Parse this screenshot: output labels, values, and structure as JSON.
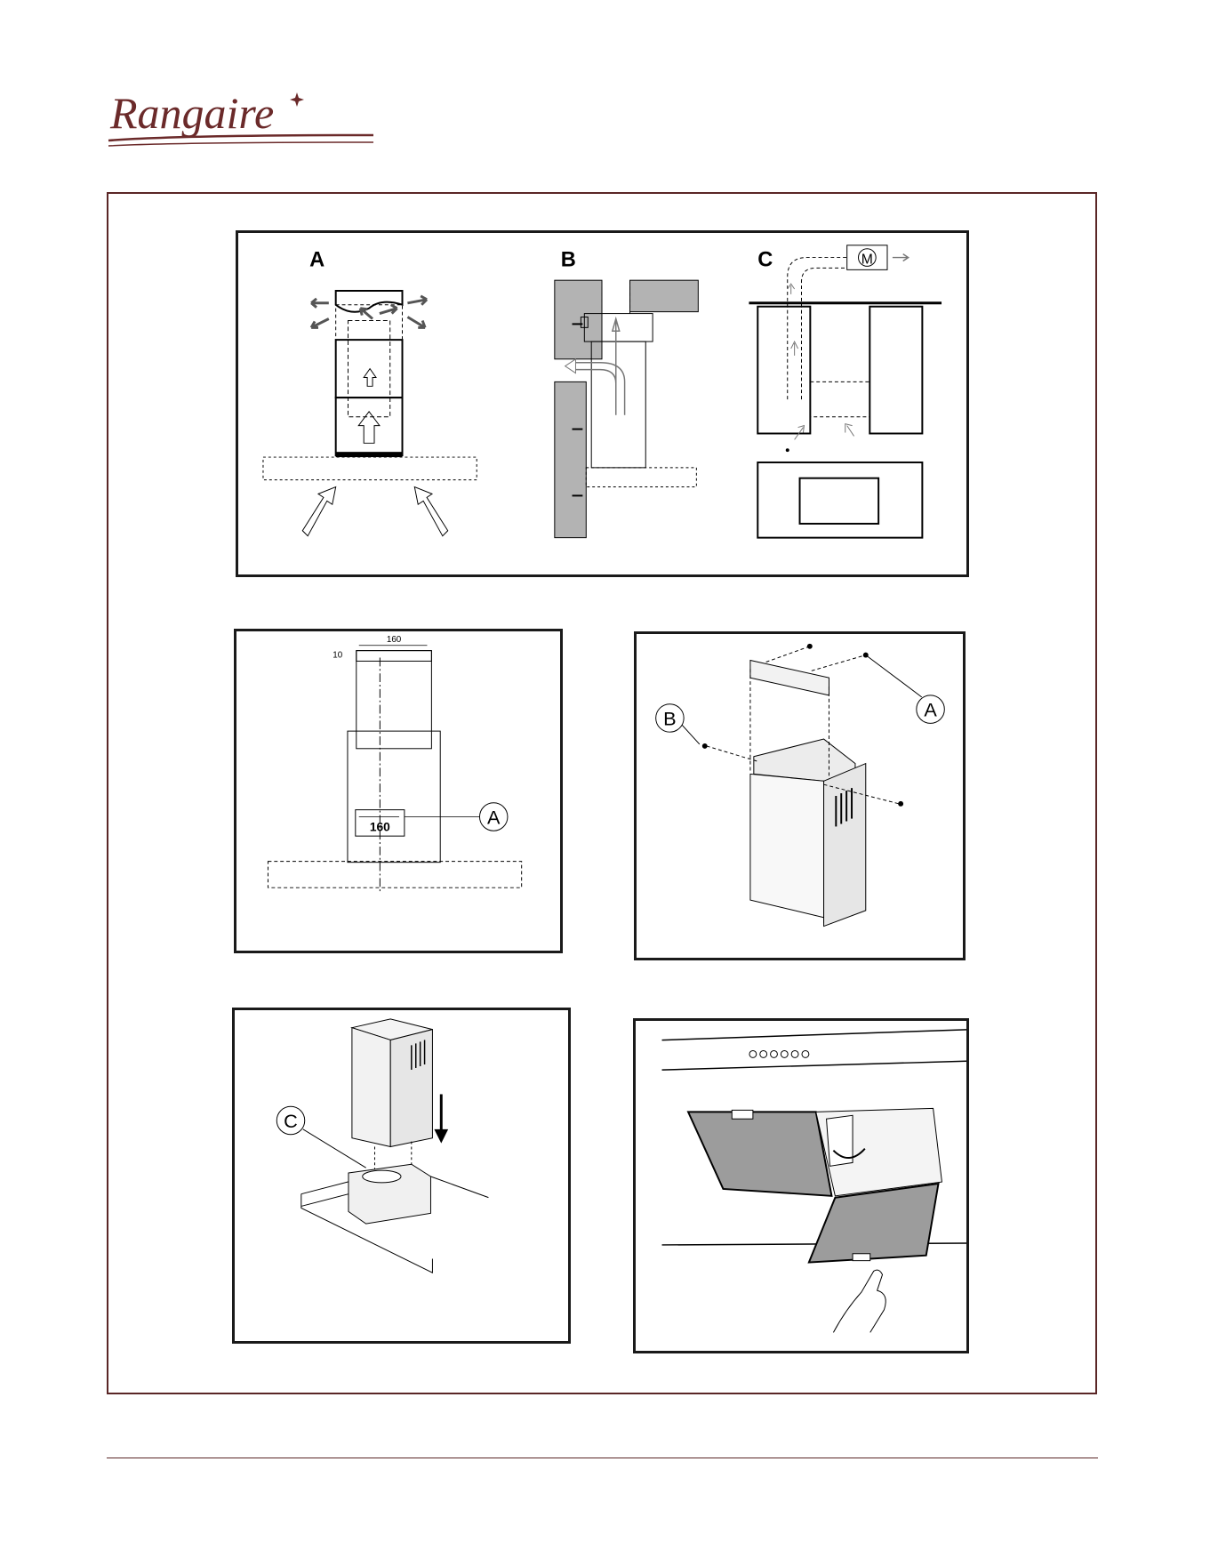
{
  "brand": {
    "logo_text": "Rangaire",
    "color": "#6b2a2a"
  },
  "figure_abc": {
    "label_a": "A",
    "label_b": "B",
    "label_c": "C",
    "motor_label": "M"
  },
  "figure_dimensions": {
    "top_width": "160",
    "top_offset": "10",
    "bracket_width": "160",
    "callout": "A"
  },
  "figure_bracket": {
    "callout_a": "A",
    "callout_b": "B"
  },
  "figure_cover": {
    "callout_c": "C"
  },
  "colors": {
    "frame_border": "#5a2626",
    "panel_border": "#1a1a1a",
    "wall_fill": "#b3b3b3",
    "filter_fill": "#9c9c9c"
  }
}
